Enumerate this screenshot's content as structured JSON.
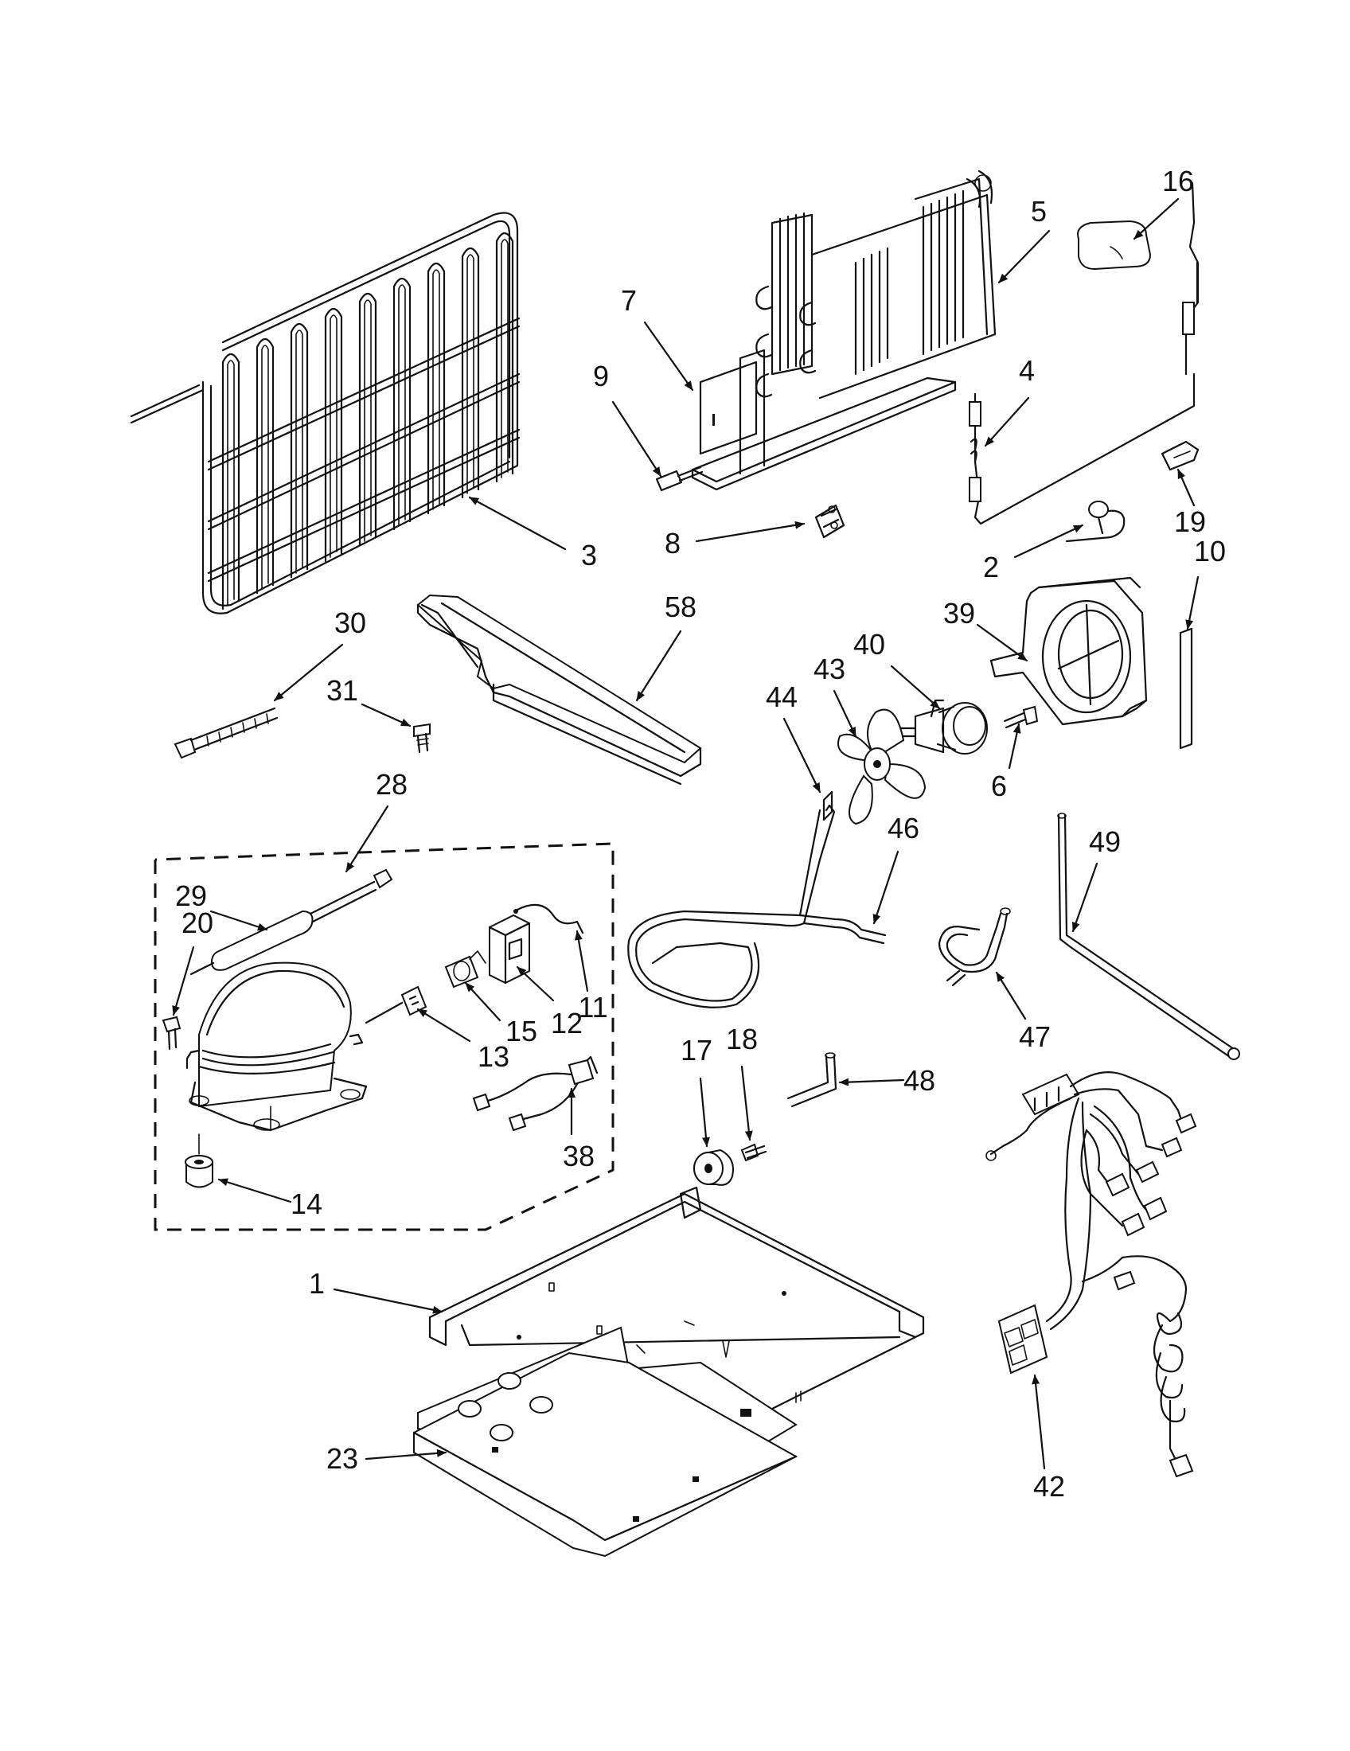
{
  "diagram": {
    "callouts": [
      {
        "id": "1",
        "label": "1"
      },
      {
        "id": "2",
        "label": "2"
      },
      {
        "id": "3",
        "label": "3"
      },
      {
        "id": "4",
        "label": "4"
      },
      {
        "id": "5",
        "label": "5"
      },
      {
        "id": "6",
        "label": "6"
      },
      {
        "id": "7",
        "label": "7"
      },
      {
        "id": "8",
        "label": "8"
      },
      {
        "id": "9",
        "label": "9"
      },
      {
        "id": "10",
        "label": "10"
      },
      {
        "id": "11",
        "label": "11"
      },
      {
        "id": "12",
        "label": "12"
      },
      {
        "id": "13",
        "label": "13"
      },
      {
        "id": "14",
        "label": "14"
      },
      {
        "id": "15",
        "label": "15"
      },
      {
        "id": "16",
        "label": "16"
      },
      {
        "id": "17",
        "label": "17"
      },
      {
        "id": "18",
        "label": "18"
      },
      {
        "id": "19",
        "label": "19"
      },
      {
        "id": "20",
        "label": "20"
      },
      {
        "id": "23",
        "label": "23"
      },
      {
        "id": "28",
        "label": "28"
      },
      {
        "id": "29",
        "label": "29"
      },
      {
        "id": "30",
        "label": "30"
      },
      {
        "id": "31",
        "label": "31"
      },
      {
        "id": "38",
        "label": "38"
      },
      {
        "id": "39",
        "label": "39"
      },
      {
        "id": "40",
        "label": "40"
      },
      {
        "id": "42",
        "label": "42"
      },
      {
        "id": "43",
        "label": "43"
      },
      {
        "id": "44",
        "label": "44"
      },
      {
        "id": "46",
        "label": "46"
      },
      {
        "id": "47",
        "label": "47"
      },
      {
        "id": "48",
        "label": "48"
      },
      {
        "id": "49",
        "label": "49"
      },
      {
        "id": "58",
        "label": "58"
      }
    ]
  }
}
